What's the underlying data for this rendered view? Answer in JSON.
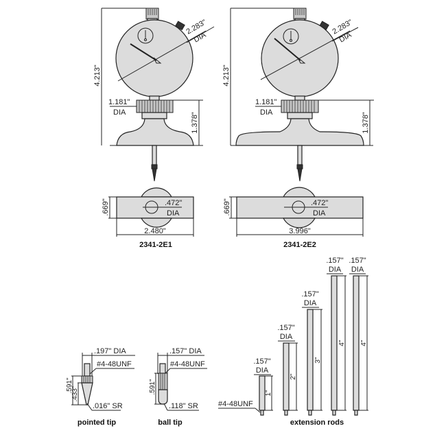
{
  "gauges": [
    {
      "model": "2341-2E1",
      "overall_height": "4.213\"",
      "dial_diameter": "2.283\"",
      "dial_diameter_unit": "DIA",
      "stem_diameter": "1.181\"",
      "stem_diameter_unit": "DIA",
      "base_height": "1.378\"",
      "base_thickness": ".669\"",
      "hole_diameter": ".472\"",
      "hole_diameter_unit": "DIA",
      "base_length": "2.480\""
    },
    {
      "model": "2341-2E2",
      "overall_height": "4.213\"",
      "dial_diameter": "2.283\"",
      "dial_diameter_unit": "DIA",
      "stem_diameter": "1.181\"",
      "stem_diameter_unit": "DIA",
      "base_height": "1.378\"",
      "base_thickness": ".669\"",
      "hole_diameter": ".472\"",
      "hole_diameter_unit": "DIA",
      "base_length": "3.996\""
    }
  ],
  "tips": [
    {
      "caption": "pointed tip",
      "diameter": ".197\" DIA",
      "thread": "#4-48UNF",
      "length": ".591\"",
      "cone_length": ".433\"",
      "radius": ".016\" SR"
    },
    {
      "caption": "ball tip",
      "diameter": ".157\" DIA",
      "thread": "#4-48UNF",
      "length": ".591\"",
      "radius": ".118\" SR"
    }
  ],
  "extension_rods": {
    "caption": "extension rods",
    "thread": "#4-48UNF",
    "rods": [
      {
        "diameter": ".157\"",
        "unit": "DIA",
        "length": "1\""
      },
      {
        "diameter": ".157\"",
        "unit": "DIA",
        "length": "2\""
      },
      {
        "diameter": ".157\"",
        "unit": "DIA",
        "length": "3\""
      },
      {
        "diameter": ".157\"",
        "unit": "DIA",
        "length": "4\""
      },
      {
        "diameter": ".157\"",
        "unit": "DIA",
        "length": "4\""
      }
    ]
  },
  "colors": {
    "fill": "#dcdcdc",
    "line": "#222222",
    "background": "#ffffff"
  }
}
